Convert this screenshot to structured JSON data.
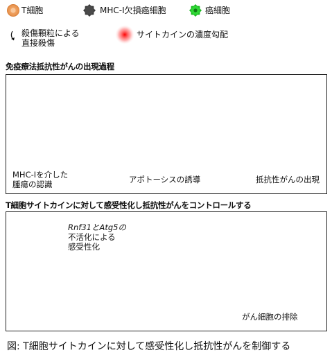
{
  "legend": {
    "tcell": "T細胞",
    "mhc_deficient": "MHC-I欠損癌細胞",
    "cancer": "癌細胞",
    "killing_line1": "殺傷顆粒による",
    "killing_line2": "直接殺傷",
    "cytokine": "サイトカインの濃度勾配"
  },
  "section1": {
    "title": "免疫療法抵抗性がんの出現過程",
    "label_recognition_1": "MHC-Iを介した",
    "label_recognition_2": "腫瘍の認識",
    "label_apoptosis": "アポトーシスの誘導",
    "label_resistant": "抵抗性がんの出現"
  },
  "section2": {
    "title": "T細胞サイトカインに対して感受性化し抵抗性がんをコントロールする",
    "gene_line1": "Rnf31とAtg5の",
    "gene_line2": "不活化による",
    "gene_line3": "感受性化",
    "label_elimination": "がん細胞の排除"
  },
  "caption": "図: T細胞サイトカインに対して感受性化し抵抗性がんを制御する",
  "colors": {
    "tcell": "#f0a766",
    "cancer_green": "#22c22a",
    "dark_cell": "#3c3c3c",
    "light_cell": "#a9a9a9",
    "cytokine_red": "#ff2020"
  }
}
